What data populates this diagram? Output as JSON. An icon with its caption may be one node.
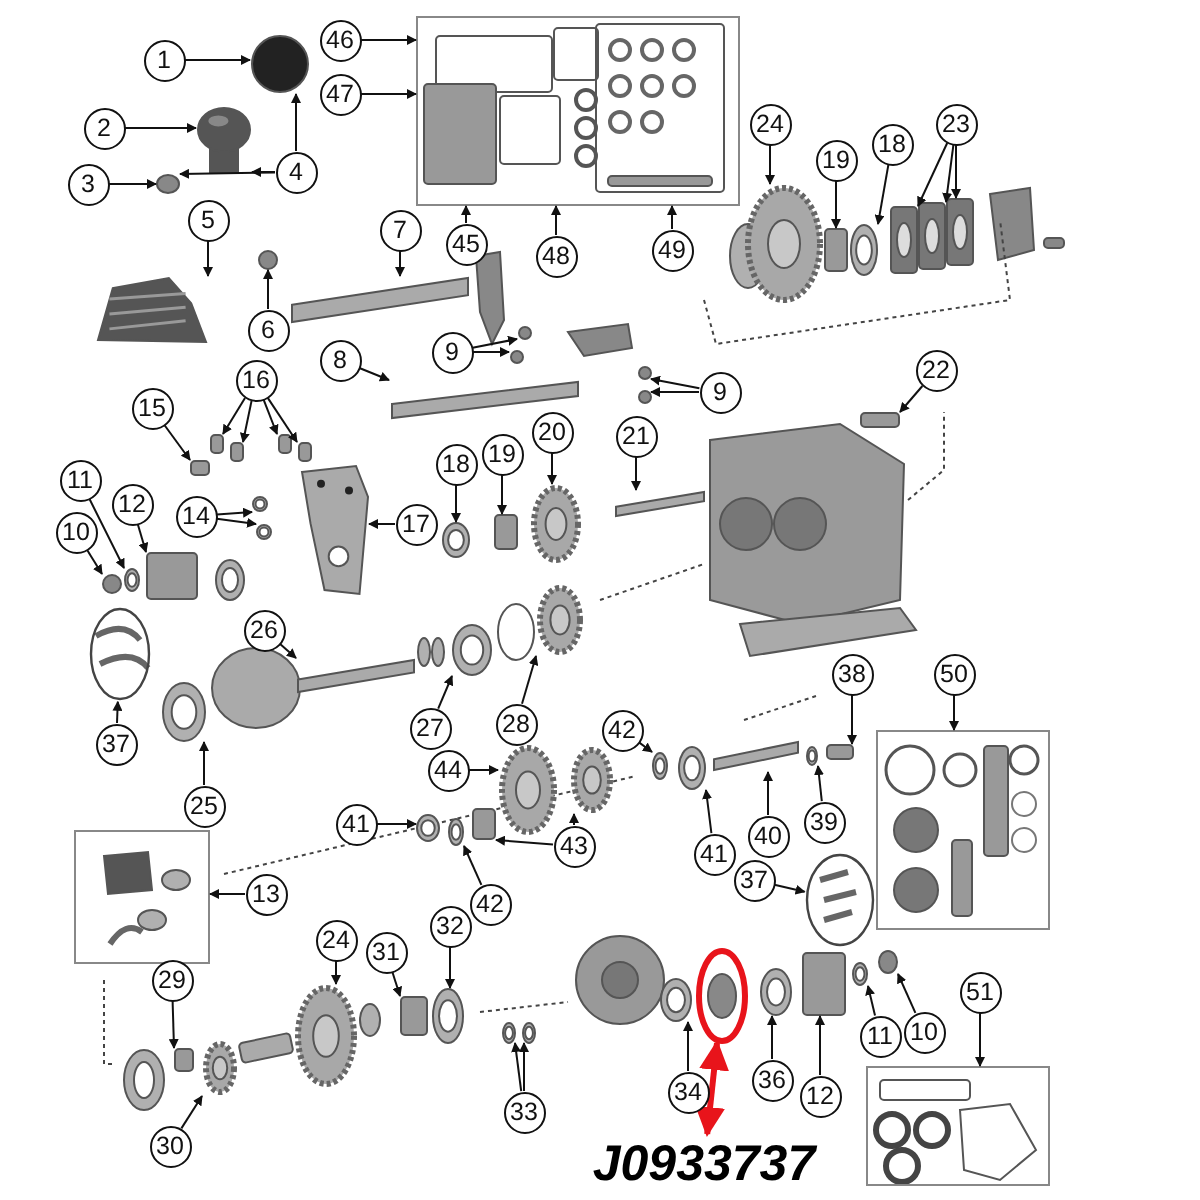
{
  "diagram": {
    "nodes": [
      {
        "text": [
          "1"
        ]
      },
      {
        "text": [
          "2"
        ]
      },
      {
        "text": [
          "3"
        ]
      },
      {
        "text": [
          "4"
        ]
      },
      {
        "text": [
          "5"
        ]
      },
      {
        "text": [
          "6"
        ]
      },
      {
        "text": [
          "46"
        ]
      },
      {
        "text": [
          "47"
        ]
      },
      {
        "text": [],
        "shape": "box"
      },
      {
        "text": [
          "45"
        ]
      },
      {
        "text": [
          "48"
        ]
      },
      {
        "text": [
          "49"
        ]
      },
      {
        "text": [
          "7"
        ]
      },
      {
        "text": [
          "24"
        ]
      },
      {
        "text": [
          "19"
        ]
      },
      {
        "text": [
          "18"
        ]
      },
      {
        "text": [
          "23"
        ]
      },
      {
        "text": [
          "9"
        ]
      },
      {
        "text": [
          "8"
        ]
      },
      {
        "text": [
          "9"
        ]
      },
      {
        "text": [
          "16"
        ]
      },
      {
        "text": [
          "15"
        ]
      },
      {
        "text": [
          "17"
        ]
      },
      {
        "text": [
          "22"
        ]
      },
      {
        "text": [
          "11"
        ]
      },
      {
        "text": [
          "12"
        ]
      },
      {
        "text": [
          "10"
        ]
      },
      {
        "text": [
          "14"
        ]
      },
      {
        "text": [
          "18"
        ]
      },
      {
        "text": [
          "19"
        ]
      },
      {
        "text": [
          "20"
        ]
      },
      {
        "text": [
          "21"
        ]
      },
      {
        "text": [],
        "shape": "circle"
      },
      {
        "text": [
          "37"
        ]
      },
      {
        "text": [
          "26"
        ]
      },
      {
        "text": [
          "27"
        ]
      },
      {
        "text": [
          "28"
        ]
      },
      {
        "text": [
          "42"
        ]
      },
      {
        "text": [
          "38"
        ]
      },
      {
        "text": [
          "50"
        ]
      },
      {
        "text": [],
        "shape": "box"
      },
      {
        "text": [
          "44"
        ]
      },
      {
        "text": [
          "25"
        ]
      },
      {
        "text": [
          "41"
        ]
      },
      {
        "text": [
          "43"
        ]
      },
      {
        "text": [
          "42"
        ]
      },
      {
        "text": [
          "40"
        ]
      },
      {
        "text": [
          "41"
        ]
      },
      {
        "text": [
          "39"
        ]
      },
      {
        "text": [],
        "shape": "box"
      },
      {
        "text": [
          "13"
        ]
      },
      {
        "text": [
          "37"
        ]
      },
      {
        "text": [],
        "shape": "circle"
      },
      {
        "text": [
          "24"
        ]
      },
      {
        "text": [
          "31"
        ]
      },
      {
        "text": [
          "32"
        ]
      },
      {
        "text": [
          "29"
        ]
      },
      {
        "text": [
          "11"
        ]
      },
      {
        "text": [
          "10"
        ]
      },
      {
        "text": [
          "51"
        ]
      },
      {
        "text": [],
        "shape": "circle"
      },
      {
        "text": [
          "12"
        ]
      },
      {
        "text": [
          "36"
        ]
      },
      {
        "text": [
          "33"
        ]
      },
      {
        "text": [
          "34"
        ]
      },
      {
        "text": [
          "30"
        ]
      },
      {
        "text": [],
        "shape": "box"
      },
      {
        "text": [
          "J0933737"
        ]
      },
      {
        "text": [],
        "shape": "circle"
      },
      {
        "text": [],
        "shape": "picture"
      },
      {
        "text": [],
        "shape": "circle"
      },
      {
        "text": [],
        "shape": "picture"
      },
      {
        "text": [],
        "shape": "circle"
      },
      {
        "text": [],
        "shape": "bar"
      },
      {
        "text": [],
        "shape": "circle"
      },
      {
        "text": [],
        "shape": "circle"
      },
      {
        "text": [],
        "shape": "bar"
      },
      {
        "text": [],
        "shape": "circle"
      },
      {
        "text": [],
        "shape": "circle"
      },
      {
        "text": [],
        "shape": "circle"
      },
      {
        "text": [],
        "shape": "box"
      },
      {
        "text": [],
        "shape": "circle"
      },
      {
        "text": [],
        "shape": "box"
      },
      {
        "text": [],
        "shape": "box"
      },
      {
        "text": [],
        "shape": "box"
      },
      {
        "text": [],
        "shape": "box"
      },
      {
        "text": [],
        "shape": "box"
      },
      {
        "text": [],
        "shape": "box"
      },
      {
        "text": [],
        "shape": "box"
      },
      {
        "text": [],
        "shape": "box"
      },
      {
        "text": [],
        "shape": "box"
      },
      {
        "text": [],
        "shape": "picture"
      },
      {
        "text": [],
        "shape": "circle"
      },
      {
        "text": [],
        "shape": "circle"
      },
      {
        "text": [],
        "shape": "box"
      },
      {
        "text": [],
        "shape": "circle"
      },
      {
        "text": [],
        "shape": "circle"
      },
      {
        "text": [],
        "shape": "circle"
      },
      {
        "text": [],
        "shape": "box"
      },
      {
        "text": [],
        "shape": "circle"
      },
      {
        "text": [],
        "shape": "bar"
      },
      {
        "text": [],
        "shape": "bar"
      },
      {
        "text": [],
        "shape": "circle"
      },
      {
        "text": [],
        "shape": "circle"
      },
      {
        "text": [],
        "shape": "circle"
      },
      {
        "text": [],
        "shape": "box"
      },
      {
        "text": [],
        "shape": "circle"
      },
      {
        "text": [],
        "shape": "circle"
      },
      {
        "text": [],
        "shape": "circle"
      },
      {
        "text": [],
        "shape": "box"
      },
      {
        "text": [],
        "shape": "circle"
      },
      {
        "text": [],
        "shape": "bar"
      },
      {
        "text": [],
        "shape": "circle"
      },
      {
        "text": [],
        "shape": "circle"
      },
      {
        "text": [],
        "shape": "circle"
      },
      {
        "text": [],
        "shape": "box"
      },
      {
        "text": [],
        "shape": "circle"
      },
      {
        "text": [],
        "shape": "box"
      },
      {
        "text": [],
        "shape": "circle"
      },
      {
        "text": [],
        "shape": "circle"
      },
      {
        "text": [],
        "shape": "box"
      },
      {
        "text": [],
        "shape": "circle"
      },
      {
        "text": [],
        "shape": "circle"
      },
      {
        "text": [],
        "shape": "circle"
      },
      {
        "text": [],
        "shape": "circle"
      },
      {
        "text": [],
        "shape": "circle"
      },
      {
        "text": [],
        "shape": "circle"
      }
    ],
    "edges": [
      {
        "from": 0,
        "to": 68,
        "arrow": "to"
      },
      {
        "from": 1,
        "to": 69,
        "arrow": "to"
      },
      {
        "from": 2,
        "to": 70,
        "arrow": "to"
      },
      {
        "from": 3,
        "to": 69,
        "arrow": "to"
      },
      {
        "from": 3,
        "to": 68,
        "arrow": "to"
      },
      {
        "from": 3,
        "to": 70,
        "arrow": "to"
      },
      {
        "from": 4,
        "to": 71,
        "arrow": "to"
      },
      {
        "from": 5,
        "to": 72,
        "arrow": "to"
      },
      {
        "from": 6,
        "to": 8,
        "arrow": "to"
      },
      {
        "from": 7,
        "to": 8,
        "arrow": "to"
      },
      {
        "from": 9,
        "to": 8,
        "arrow": "to"
      },
      {
        "from": 10,
        "to": 8,
        "arrow": "to"
      },
      {
        "from": 11,
        "to": 8,
        "arrow": "to"
      },
      {
        "from": 12,
        "to": 73,
        "arrow": "to"
      },
      {
        "from": 13,
        "to": 79,
        "arrow": "to"
      },
      {
        "from": 14,
        "to": 80,
        "arrow": "to"
      },
      {
        "from": 15,
        "to": 81,
        "arrow": "to"
      },
      {
        "from": 16,
        "to": 82,
        "arrow": "to"
      },
      {
        "from": 16,
        "to": 83,
        "arrow": "to"
      },
      {
        "from": 16,
        "to": 84,
        "arrow": "to"
      },
      {
        "from": 17,
        "to": 74,
        "arrow": "to"
      },
      {
        "from": 17,
        "to": 75,
        "arrow": "to"
      },
      {
        "from": 18,
        "to": 76,
        "arrow": "to"
      },
      {
        "from": 19,
        "to": 77,
        "arrow": "to"
      },
      {
        "from": 19,
        "to": 78,
        "arrow": "to"
      },
      {
        "from": 20,
        "to": 86,
        "arrow": "to"
      },
      {
        "from": 20,
        "to": 87,
        "arrow": "to"
      },
      {
        "from": 20,
        "to": 88,
        "arrow": "to"
      },
      {
        "from": 20,
        "to": 89,
        "arrow": "to"
      },
      {
        "from": 21,
        "to": 90,
        "arrow": "to"
      },
      {
        "from": 22,
        "to": 91,
        "arrow": "to"
      },
      {
        "from": 23,
        "to": 85,
        "arrow": "to"
      },
      {
        "from": 24,
        "to": 95,
        "arrow": "to"
      },
      {
        "from": 25,
        "to": 94,
        "arrow": "to"
      },
      {
        "from": 26,
        "to": 96,
        "arrow": "to"
      },
      {
        "from": 27,
        "to": 92,
        "arrow": "to"
      },
      {
        "from": 27,
        "to": 93,
        "arrow": "to"
      },
      {
        "from": 28,
        "to": 97,
        "arrow": "to"
      },
      {
        "from": 29,
        "to": 98,
        "arrow": "to"
      },
      {
        "from": 30,
        "to": 99,
        "arrow": "to"
      },
      {
        "from": 31,
        "to": 100,
        "arrow": "to"
      },
      {
        "from": 33,
        "to": 32,
        "arrow": "to"
      },
      {
        "from": 34,
        "to": 101,
        "arrow": "to"
      },
      {
        "from": 35,
        "to": 102,
        "arrow": "to"
      },
      {
        "from": 36,
        "to": 103,
        "arrow": "to"
      },
      {
        "from": 37,
        "to": 104,
        "arrow": "to"
      },
      {
        "from": 38,
        "to": 105,
        "arrow": "to"
      },
      {
        "from": 39,
        "to": 40,
        "arrow": "to"
      },
      {
        "from": 41,
        "to": 106,
        "arrow": "to"
      },
      {
        "from": 42,
        "to": 107,
        "arrow": "to"
      },
      {
        "from": 43,
        "to": 108,
        "arrow": "to"
      },
      {
        "from": 44,
        "to": 109,
        "arrow": "to"
      },
      {
        "from": 45,
        "to": 110,
        "arrow": "to"
      },
      {
        "from": 46,
        "to": 111,
        "arrow": "to"
      },
      {
        "from": 47,
        "to": 112,
        "arrow": "to"
      },
      {
        "from": 48,
        "to": 113,
        "arrow": "to"
      },
      {
        "from": 50,
        "to": 49,
        "arrow": "to"
      },
      {
        "from": 51,
        "to": 52,
        "arrow": "to"
      },
      {
        "from": 53,
        "to": 114,
        "arrow": "to"
      },
      {
        "from": 54,
        "to": 115,
        "arrow": "to"
      },
      {
        "from": 55,
        "to": 116,
        "arrow": "to"
      },
      {
        "from": 56,
        "to": 117,
        "arrow": "to"
      },
      {
        "from": 57,
        "to": 118,
        "arrow": "to"
      },
      {
        "from": 58,
        "to": 119,
        "arrow": "to"
      },
      {
        "from": 59,
        "to": 66,
        "arrow": "to"
      },
      {
        "from": 61,
        "to": 120,
        "arrow": "to"
      },
      {
        "from": 62,
        "to": 121,
        "arrow": "to"
      },
      {
        "from": 63,
        "to": 122,
        "arrow": "to"
      },
      {
        "from": 63,
        "to": 123,
        "arrow": "to"
      },
      {
        "from": 64,
        "to": 124,
        "arrow": "to"
      },
      {
        "from": 65,
        "to": 125,
        "arrow": "to"
      },
      {
        "from": 67,
        "to": 60,
        "arrow": "both",
        "style": "thick",
        "color": "#e8141b"
      },
      {
        "from": 44,
        "to": 126,
        "arrow": "to"
      }
    ]
  }
}
